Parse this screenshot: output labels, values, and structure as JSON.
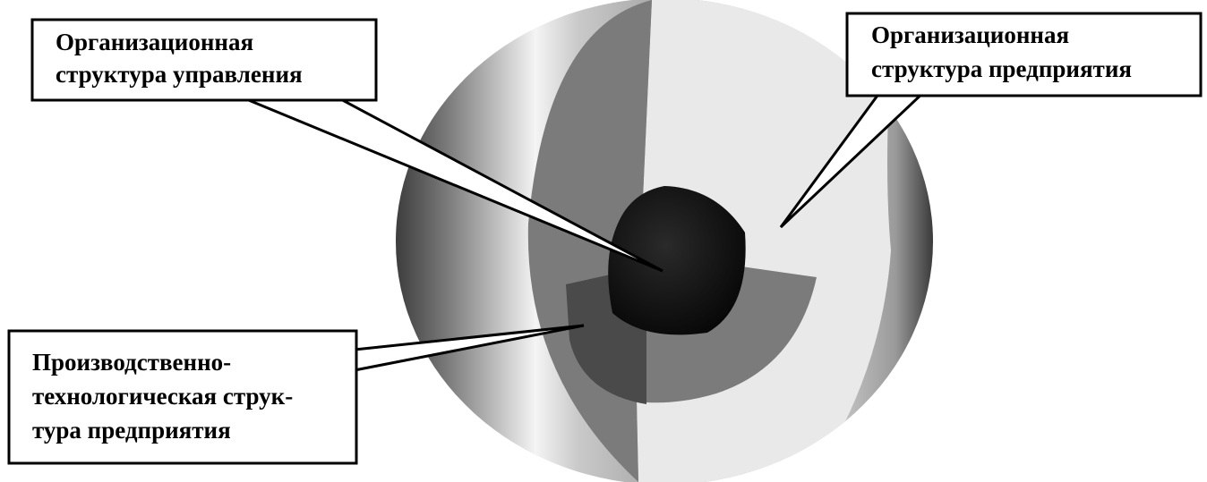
{
  "diagram": {
    "labels": {
      "management_structure": [
        "Организационная",
        "структура управления"
      ],
      "enterprise_org_structure": [
        "Организационная",
        "структура предприятия"
      ],
      "production_structure": [
        "Производственно-",
        "технологическая струк-",
        "тура предприятия"
      ]
    },
    "colors": {
      "outer_shell_light": "#e9e9e9",
      "middle_layer": "#7b7b7b",
      "inner_layer": "#4a4a4a",
      "core": "#0c0c0c",
      "outline": "#000000",
      "background": "#ffffff"
    }
  }
}
